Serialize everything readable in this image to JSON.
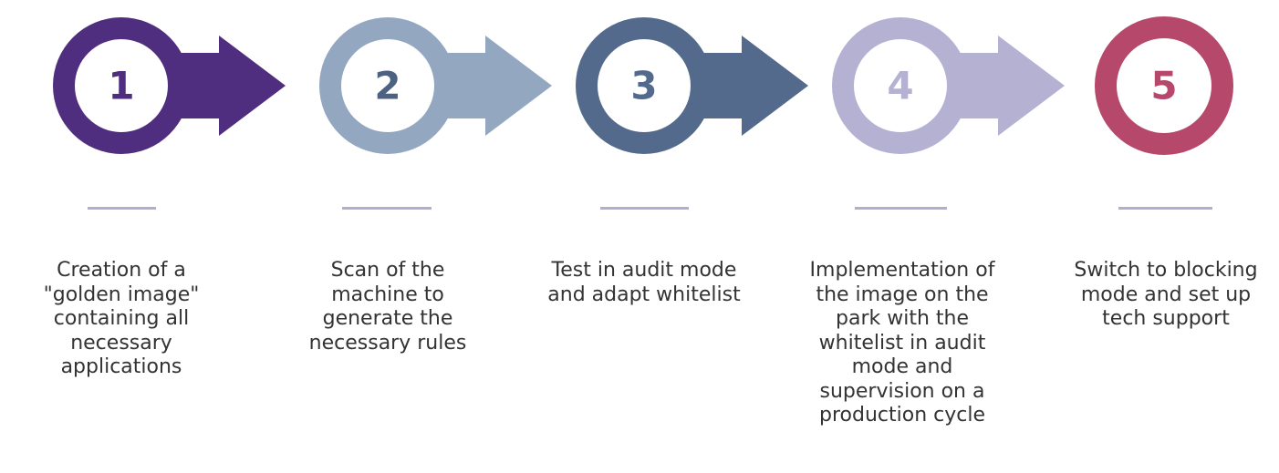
{
  "steps": [
    {
      "number": "1",
      "color": "#4f2d7f",
      "text": "Creation of a\n\"golden image\"\ncontaining all\nnecessary\napplications"
    },
    {
      "number": "2",
      "color": "#94a7c1",
      "number_color": "#4d6283",
      "text": "Scan of the\nmachine to\ngenerate the\nnecessary rules"
    },
    {
      "number": "3",
      "color": "#546a8c",
      "text": "Test in audit mode\nand adapt whitelist"
    },
    {
      "number": "4",
      "color": "#b4b1d3",
      "text": "Implementation of\nthe image on the\npark with the\nwhitelist in audit\nmode and\nsupervision on a\nproduction cycle"
    },
    {
      "number": "5",
      "color": "#b5486b",
      "text": "Switch to blocking\nmode and set up\ntech support"
    }
  ],
  "divider_color": "#b3aed0"
}
